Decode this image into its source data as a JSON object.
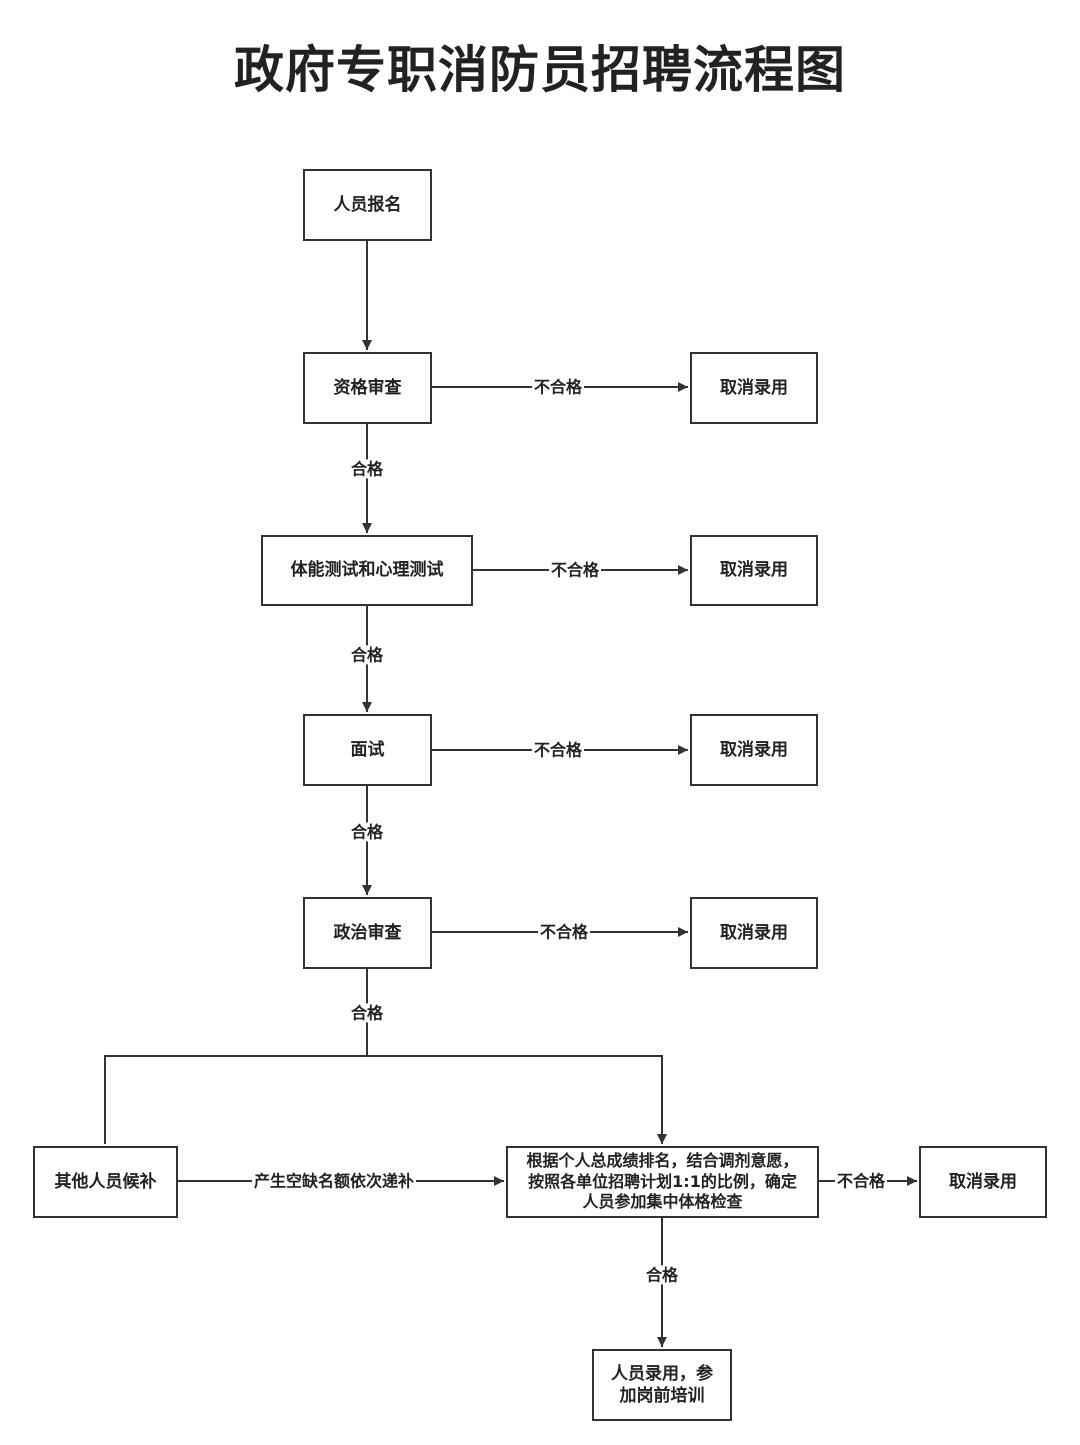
{
  "title": "政府专职消防员招聘流程图",
  "nodes": {
    "apply": "人员报名",
    "qualification_review": "资格审查",
    "fitness_test": "体能测试和心理测试",
    "interview": "面试",
    "political_review": "政治审查",
    "other_candidates": "其他人员候补",
    "ranking_exam": "根据个人总成绩排名，结合调剂意愿，按照各单位招聘计划1:1的比例，确定人员参加集中体格检查",
    "final_hire": "人员录用，参加岗前培训",
    "cancel": "取消录用"
  },
  "labels": {
    "pass": "合格",
    "fail": "不合格",
    "fill_vacancy": "产生空缺名额依次递补"
  }
}
